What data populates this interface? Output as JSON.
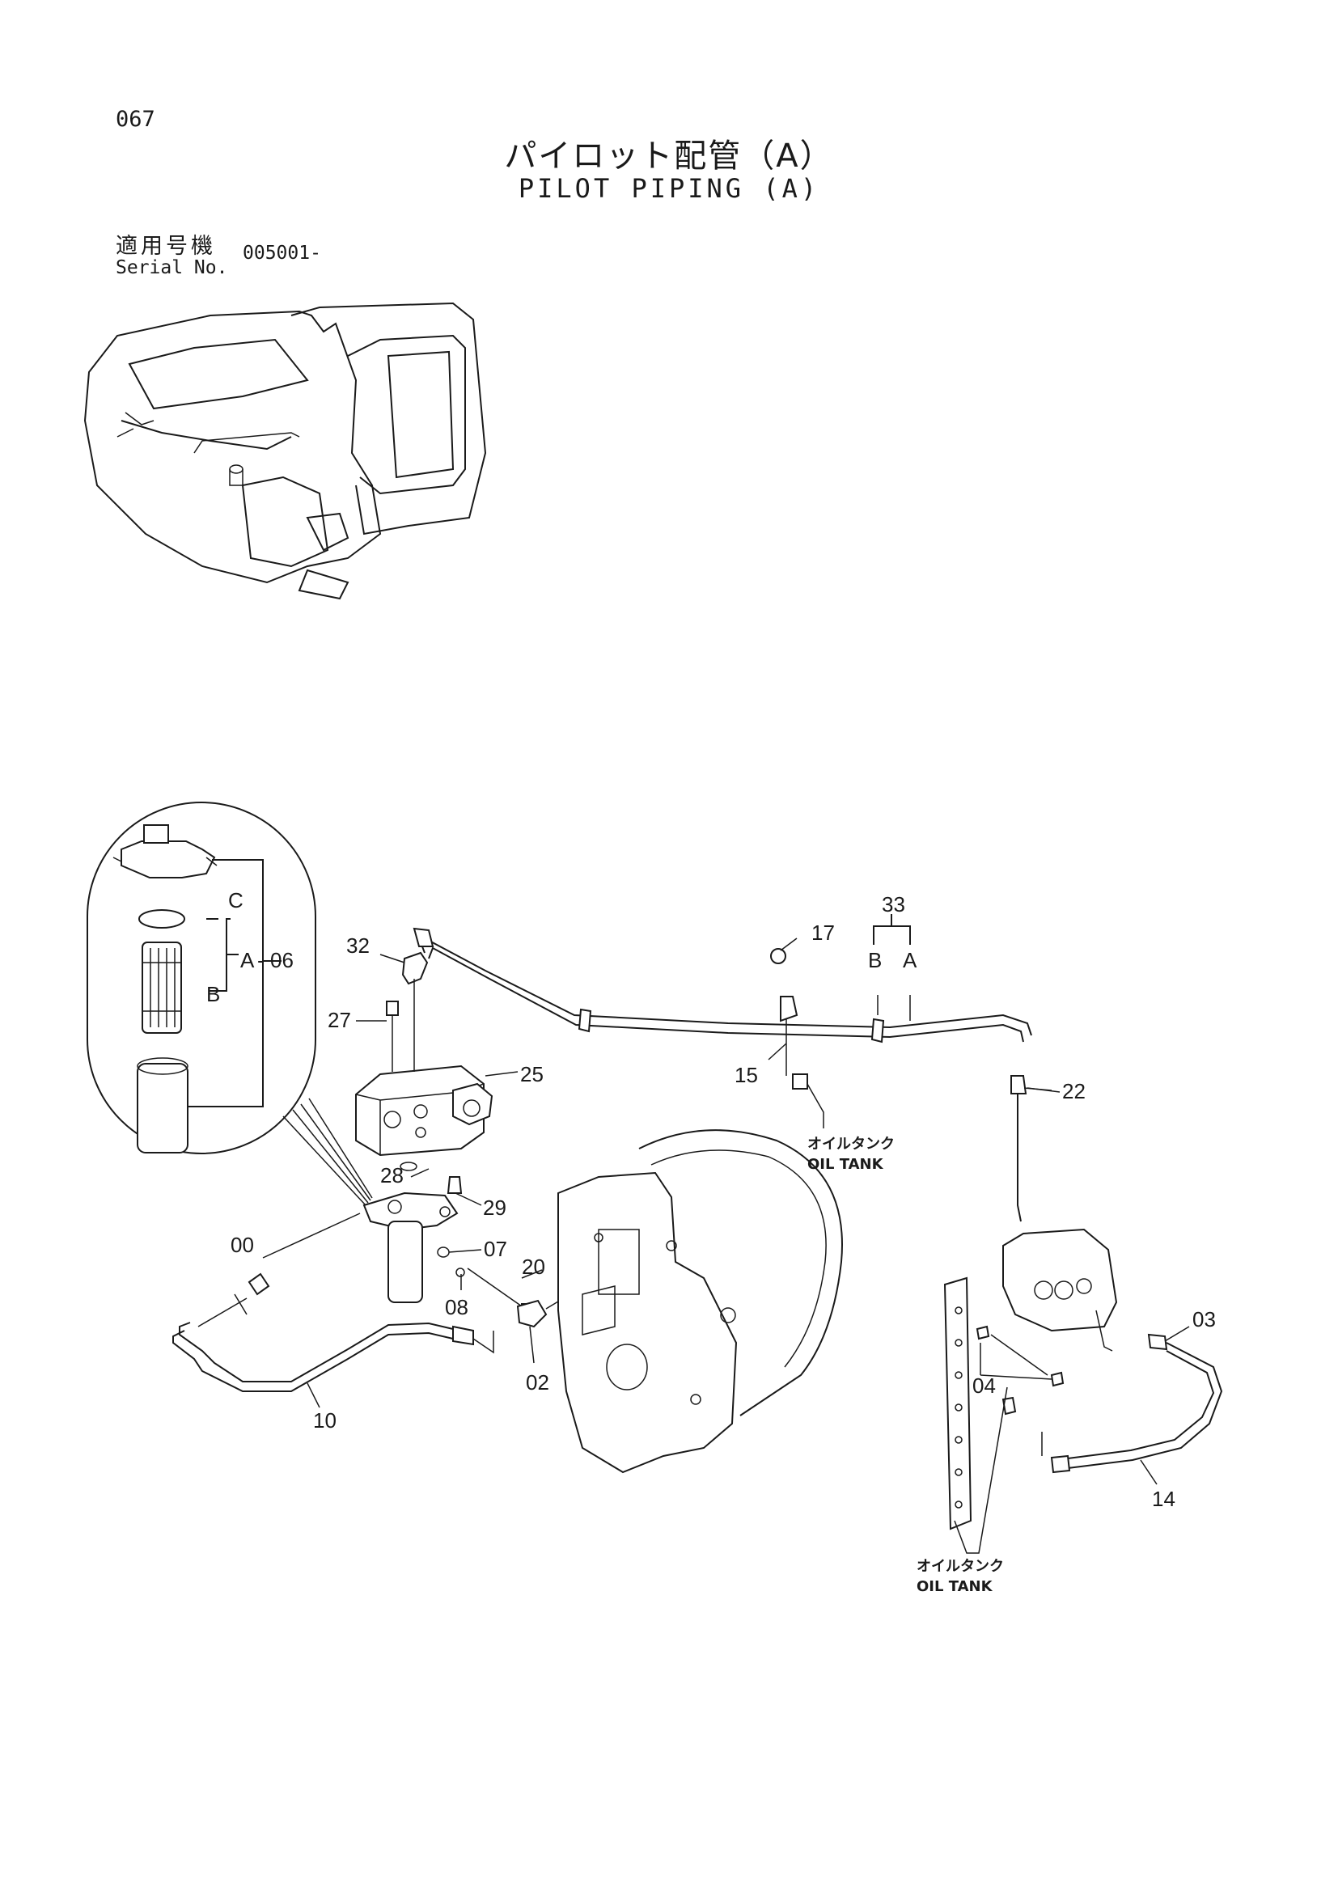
{
  "header": {
    "page_number": "067",
    "title_ja": "パイロット配管（A）",
    "title_en": "PILOT PIPING (A)",
    "serial_label_ja": "適用号機",
    "serial_label_en": "Serial No.",
    "serial_value": "005001-"
  },
  "callouts": {
    "c00": "00",
    "c02": "02",
    "c03": "03",
    "c04": "04",
    "c06": "06",
    "c07": "07",
    "c08": "08",
    "c10": "10",
    "c14": "14",
    "c15": "15",
    "c17": "17",
    "c20": "20",
    "c22": "22",
    "c25": "25",
    "c27": "27",
    "c28": "28",
    "c29": "29",
    "c32": "32",
    "c33": "33",
    "a": "A",
    "b": "B",
    "c": "C",
    "a33": "A",
    "b33": "B"
  },
  "notes": {
    "oil_tank_1_ja": "オイルタンク",
    "oil_tank_1_en": "OIL TANK",
    "oil_tank_2_ja": "オイルタンク",
    "oil_tank_2_en": "OIL TANK"
  },
  "colors": {
    "ink": "#1a1a1a",
    "paper": "#ffffff"
  }
}
